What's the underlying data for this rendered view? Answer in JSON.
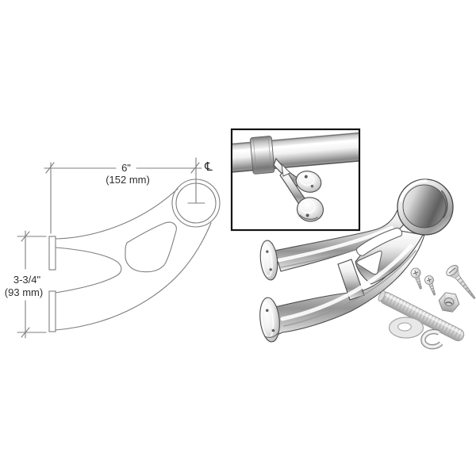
{
  "drawing": {
    "width_label": "6\"",
    "width_metric": "(152 mm)",
    "height_label": "3-3/4\"",
    "height_metric": "(93 mm)",
    "centerline_symbol": "℄"
  },
  "colors": {
    "background": "#ffffff",
    "drawing_line": "#7f7f7f",
    "drawing_text": "#2f2f2f",
    "inset_border": "#141414",
    "metal_outline": "#4c4c4c",
    "cutout_line": "#5a5a5a",
    "chrome_light": "#ffffff",
    "chrome_mid": "#c6c6c6",
    "chrome_dark": "#8f8f8f",
    "hardware_metal": "#cfcfcf"
  }
}
